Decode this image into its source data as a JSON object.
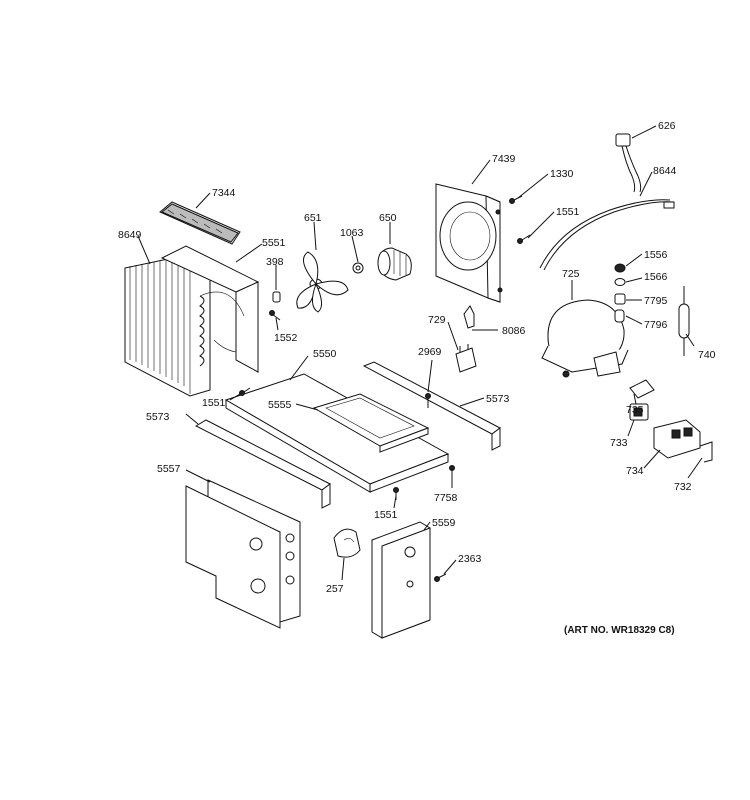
{
  "art_number": "(ART NO. WR18329 C8)",
  "labels": [
    {
      "id": "626",
      "text": "626"
    },
    {
      "id": "8644",
      "text": "8644"
    },
    {
      "id": "7439",
      "text": "7439"
    },
    {
      "id": "1330",
      "text": "1330"
    },
    {
      "id": "1551a",
      "text": "1551"
    },
    {
      "id": "7344",
      "text": "7344"
    },
    {
      "id": "651",
      "text": "651"
    },
    {
      "id": "1063",
      "text": "1063"
    },
    {
      "id": "650",
      "text": "650"
    },
    {
      "id": "8649",
      "text": "8649"
    },
    {
      "id": "5551",
      "text": "5551"
    },
    {
      "id": "398",
      "text": "398"
    },
    {
      "id": "1552",
      "text": "1552"
    },
    {
      "id": "1556",
      "text": "1556"
    },
    {
      "id": "1566",
      "text": "1566"
    },
    {
      "id": "725",
      "text": "725"
    },
    {
      "id": "7795",
      "text": "7795"
    },
    {
      "id": "7796",
      "text": "7796"
    },
    {
      "id": "740",
      "text": "740"
    },
    {
      "id": "729",
      "text": "729"
    },
    {
      "id": "8086",
      "text": "8086"
    },
    {
      "id": "5550",
      "text": "5550"
    },
    {
      "id": "2969",
      "text": "2969"
    },
    {
      "id": "5573a",
      "text": "5573"
    },
    {
      "id": "1551b",
      "text": "1551"
    },
    {
      "id": "5555",
      "text": "5555"
    },
    {
      "id": "735",
      "text": "735"
    },
    {
      "id": "733",
      "text": "733"
    },
    {
      "id": "5573b",
      "text": "5573"
    },
    {
      "id": "734",
      "text": "734"
    },
    {
      "id": "732",
      "text": "732"
    },
    {
      "id": "5557",
      "text": "5557"
    },
    {
      "id": "7758",
      "text": "7758"
    },
    {
      "id": "1551c",
      "text": "1551"
    },
    {
      "id": "5559",
      "text": "5559"
    },
    {
      "id": "2363",
      "text": "2363"
    },
    {
      "id": "257",
      "text": "257"
    }
  ]
}
